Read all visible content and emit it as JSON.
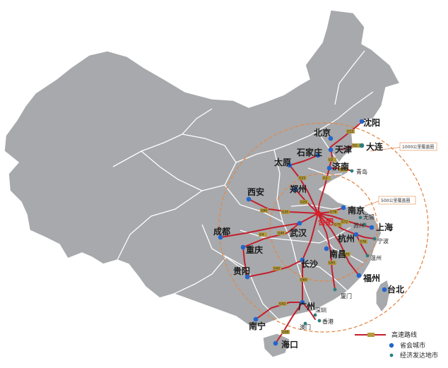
{
  "colors": {
    "land": "#a7a9ac",
    "land_border": "#ffffff",
    "rail": "#c41f2e",
    "ring": "#e3894a",
    "provincial_dot": "#2266cc",
    "economic_dot": "#2a7f7f",
    "code_tag": "#b59a3e",
    "hub": "#d81f26"
  },
  "hub": {
    "label": "合肥"
  },
  "radius_labels": {
    "r1000": "1000公里覆盖圈",
    "r500": "500公里覆盖圈"
  },
  "legend": {
    "rail": "高速路线",
    "provincial": "省会城市",
    "economic": "经济发达地市"
  },
  "cities_major": [
    {
      "id": "shenyang",
      "name": "沈阳"
    },
    {
      "id": "beijing",
      "name": "北京"
    },
    {
      "id": "tianjin",
      "name": "天津"
    },
    {
      "id": "dalian",
      "name": "大连"
    },
    {
      "id": "shijiazhuang",
      "name": "石家庄"
    },
    {
      "id": "taiyuan",
      "name": "太原"
    },
    {
      "id": "jinan",
      "name": "济南"
    },
    {
      "id": "zhengzhou",
      "name": "郑州"
    },
    {
      "id": "xian",
      "name": "西安"
    },
    {
      "id": "nanjing",
      "name": "南京"
    },
    {
      "id": "shanghai",
      "name": "上海"
    },
    {
      "id": "hangzhou",
      "name": "杭州"
    },
    {
      "id": "wuhan",
      "name": "武汉"
    },
    {
      "id": "chengdu",
      "name": "成都"
    },
    {
      "id": "chongqing",
      "name": "重庆"
    },
    {
      "id": "nanchang",
      "name": "南昌"
    },
    {
      "id": "changsha",
      "name": "长沙"
    },
    {
      "id": "guiyang",
      "name": "贵阳"
    },
    {
      "id": "fuzhou",
      "name": "福州"
    },
    {
      "id": "taibei",
      "name": "台北"
    },
    {
      "id": "guangzhou",
      "name": "广州"
    },
    {
      "id": "nanning",
      "name": "南宁"
    },
    {
      "id": "haikou",
      "name": "海口"
    }
  ],
  "cities_minor": [
    {
      "id": "qingdao",
      "name": "青岛"
    },
    {
      "id": "wuxi",
      "name": "无锡"
    },
    {
      "id": "suzhou",
      "name": "苏州"
    },
    {
      "id": "ningbo",
      "name": "宁波"
    },
    {
      "id": "wenzhou",
      "name": "温州"
    },
    {
      "id": "xiamen",
      "name": "厦门"
    },
    {
      "id": "shenzhen",
      "name": "深圳"
    },
    {
      "id": "xianggang",
      "name": "香港"
    },
    {
      "id": "aomen",
      "name": "澳门"
    }
  ],
  "route_codes": [
    "G15",
    "G1",
    "G2",
    "G3",
    "G25",
    "G20",
    "G35",
    "G4",
    "G40",
    "G42",
    "G42",
    "G50",
    "G60",
    "G65",
    "G70",
    "G72",
    "G75",
    "G76",
    "G78",
    "G80",
    "G60"
  ]
}
